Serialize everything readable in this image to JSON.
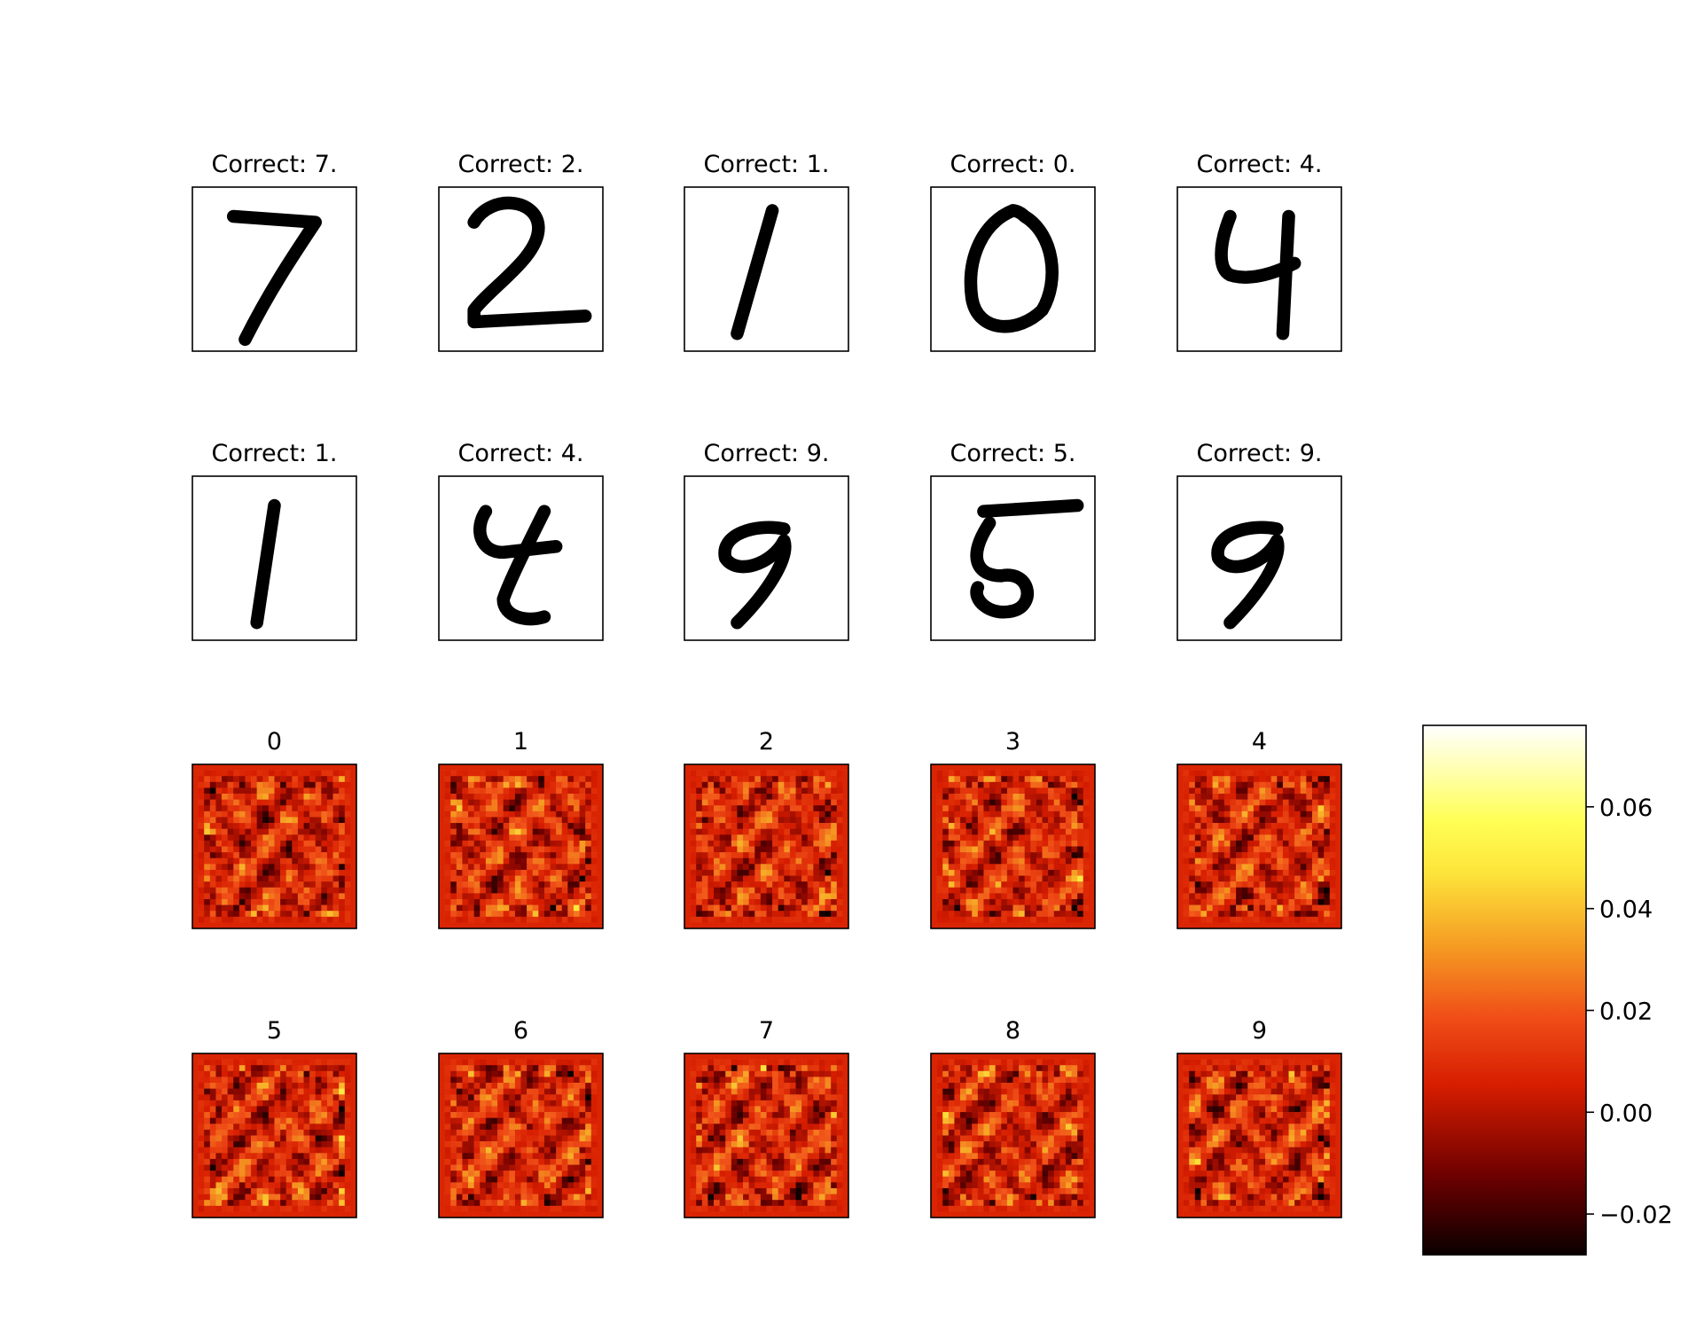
{
  "chart_data": {
    "type": "heatmap",
    "colormap": "hot",
    "sample_panels": [
      {
        "title": "Correct: 7.",
        "digit": "7"
      },
      {
        "title": "Correct: 2.",
        "digit": "2"
      },
      {
        "title": "Correct: 1.",
        "digit": "1"
      },
      {
        "title": "Correct: 0.",
        "digit": "0"
      },
      {
        "title": "Correct: 4.",
        "digit": "4"
      },
      {
        "title": "Correct: 1.",
        "digit": "1"
      },
      {
        "title": "Correct: 4.",
        "digit": "4"
      },
      {
        "title": "Correct: 9.",
        "digit": "9"
      },
      {
        "title": "Correct: 5.",
        "digit": "5"
      },
      {
        "title": "Correct: 9.",
        "digit": "9"
      }
    ],
    "weight_panels": [
      {
        "title": "0"
      },
      {
        "title": "1"
      },
      {
        "title": "2"
      },
      {
        "title": "3"
      },
      {
        "title": "4"
      },
      {
        "title": "5"
      },
      {
        "title": "6"
      },
      {
        "title": "7"
      },
      {
        "title": "8"
      },
      {
        "title": "9"
      }
    ],
    "colorbar": {
      "range": [
        -0.028,
        0.076
      ],
      "ticks": [
        -0.02,
        0.0,
        0.02,
        0.04,
        0.06
      ],
      "tick_labels": [
        "−0.02",
        "0.00",
        "0.02",
        "0.04",
        "0.06"
      ]
    }
  }
}
